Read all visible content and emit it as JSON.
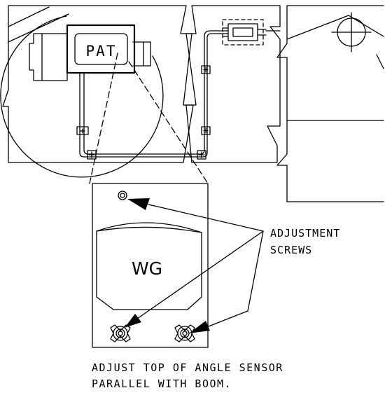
{
  "labels": {
    "pat": "PAT",
    "wg": "WG",
    "adjustment_line1": "ADJUSTMENT",
    "adjustment_line2": "SCREWS",
    "note_line1": "ADJUST TOP OF ANGLE SENSOR",
    "note_line2": "PARALLEL WITH BOOM."
  },
  "colors": {
    "line": "#000000",
    "background": "#ffffff"
  }
}
